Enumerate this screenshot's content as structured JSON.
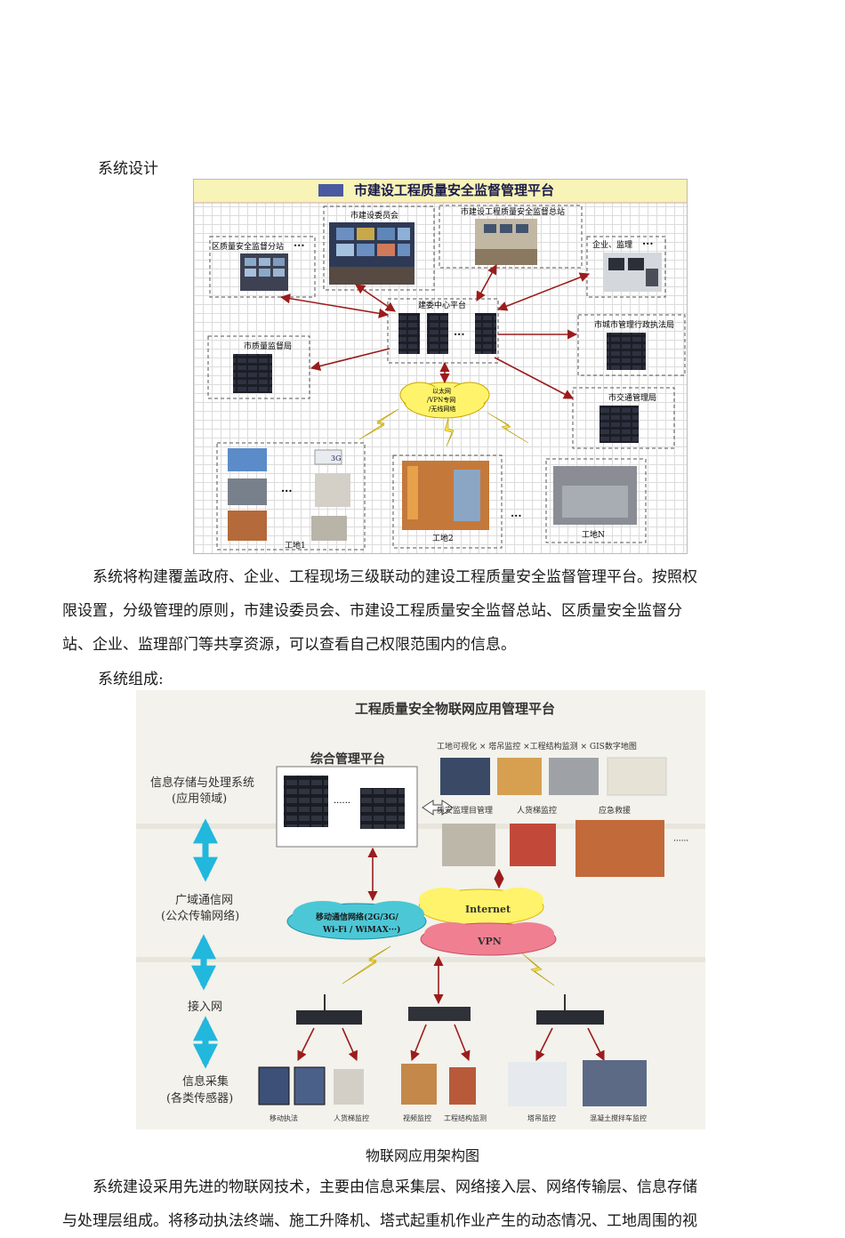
{
  "heading1": "系统设计",
  "fig1": {
    "title": "市建设工程质量安全监督管理平台",
    "nodes": {
      "committee": "市建设委员会",
      "station": "市建设工程质量安全监督总站",
      "district": "区质量安全监督分站",
      "enterprise": "企业、监理",
      "center": "建委中心平台",
      "bureau": "市质量监督局",
      "urban": "市城市管理行政执法局",
      "traffic": "市交通管理局"
    },
    "cloud_lines": [
      "以太网",
      "/VPN专网",
      "/无线网络"
    ],
    "sites": [
      "工地1",
      "工地2",
      "工地N"
    ],
    "badge_3g": "3G",
    "ellipsis": "···"
  },
  "paragraph1": [
    "系统将构建覆盖政府、企业、工程现场三级联动的建设工程质量安全监督管理平台。按照权",
    "限设置，分级管理的原则，市建设委员会、市建设工程质量安全监督总站、区质量安全监督分",
    "站、企业、监理部门等共享资源，可以查看自己权限范围内的信息。"
  ],
  "heading2": "系统组成:",
  "fig2": {
    "title": "工程质量安全物联网应用管理平台",
    "layers": [
      {
        "name": "信息存储与处理系统",
        "sub": "(应用领域)"
      },
      {
        "name": "广域通信网",
        "sub": "(公众传输网络)"
      },
      {
        "name": "接入网",
        "sub": ""
      },
      {
        "name": "信息采集",
        "sub": "(各类传感器)"
      }
    ],
    "platform": "综合管理平台",
    "apps_row1": "工地可视化 × 塔吊监控 ×工程结构监测 × GIS数字地图",
    "apps_row2_a": "质安监理目管理",
    "apps_row2_b": "人货梯监控",
    "apps_row2_c": "应急救援",
    "mobile_cloud_1": "移动通信网络(2G/3G/",
    "mobile_cloud_2": "Wi-Fi / WiMAX···)",
    "internet": "Internet",
    "vpn": "VPN",
    "bottom_labels": [
      "移动执法",
      "人货梯监控",
      "视频监控",
      "工程结构监测",
      "塔吊监控",
      "混凝土搅拌车监控"
    ],
    "ellipsis": "······"
  },
  "caption2": "物联网应用架构图",
  "paragraph2": [
    "系统建设采用先进的物联网技术，主要由信息采集层、网络接入层、网络传输层、信息存储",
    "与处理层组成。将移动执法终端、施工升降机、塔式起重机作业产生的动态情况、工地周围的视"
  ],
  "colors": {
    "arrow": "#9b1c1c",
    "cloud_yellow": "#fff36b",
    "cloud_cyan": "#4cc7d6",
    "cloud_pink": "#f07f92",
    "layer_arrow": "#22b7dd"
  }
}
